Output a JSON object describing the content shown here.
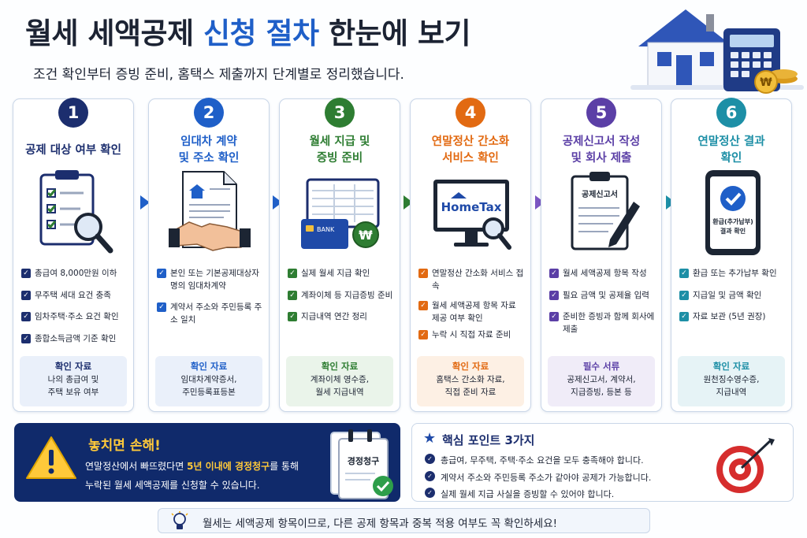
{
  "header": {
    "title_part1": "월세 세액공제",
    "title_part2": "신청 절차",
    "title_part3": "한눈에 보기",
    "subtitle": "조건 확인부터 증빙 준비, 홈택스 제출까지 단계별로 정리했습니다."
  },
  "steps": [
    {
      "num": "1",
      "title": "공제 대상 여부 확인",
      "color": "#1c2e6e",
      "items": [
        "총급여 8,000만원 이하",
        "무주택 세대 요건 충족",
        "임차주택·주소 요건 확인",
        "종합소득금액 기준 확인"
      ],
      "box_title": "확인 자료",
      "box_value": "나의 총급여 및\n주택 보유 여부",
      "box_bg": "#eaf0fa"
    },
    {
      "num": "2",
      "title": "임대차 계약\n및 주소 확인",
      "color": "#1f5fc8",
      "items": [
        "본인 또는 기본공제대상자 명의 임대차계약",
        "계약서 주소와 주민등록 주소 일치"
      ],
      "box_title": "확인 자료",
      "box_value": "임대차계약증서,\n주민등록표등본",
      "box_bg": "#eaf0fa"
    },
    {
      "num": "3",
      "title": "월세 지급 및\n증빙 준비",
      "color": "#2e7d32",
      "items": [
        "실제 월세 지급 확인",
        "계좌이체 등 지급증빙 준비",
        "지급내역 연간 정리"
      ],
      "box_title": "확인 자료",
      "box_value": "계좌이체 영수증,\n월세 지급내역",
      "box_bg": "#eaf4ea"
    },
    {
      "num": "4",
      "title": "연말정산 간소화\n서비스 확인",
      "color": "#e26a12",
      "items": [
        "연말정산 간소화 서비스 접속",
        "월세 세액공제 항목 자료 제공 여부 확인",
        "누락 시 직접 자료 준비"
      ],
      "box_title": "확인 자료",
      "box_value": "홈택스 간소화 자료,\n직접 준비 자료",
      "box_bg": "#fdf0e4"
    },
    {
      "num": "5",
      "title": "공제신고서 작성\n및 회사 제출",
      "color": "#5b3fa6",
      "items": [
        "월세 세액공제 항목 작성",
        "필요 금액 및 공제율 입력",
        "준비한 증빙과 함께 회사에 제출"
      ],
      "box_title": "필수 서류",
      "box_value": "공제신고서, 계약서,\n지급증빙, 등본 등",
      "box_bg": "#f0ecf8"
    },
    {
      "num": "6",
      "title": "연말정산 결과\n확인",
      "color": "#1d8fa6",
      "items": [
        "환급 또는 추가납부 확인",
        "지급일 및 금액 확인",
        "자료 보관 (5년 권장)"
      ],
      "box_title": "확인 자료",
      "box_value": "원천징수영수증,\n지급내역",
      "box_bg": "#e6f3f6"
    }
  ],
  "illustrations": {
    "step4_logo": "HomeTax",
    "step5_doc": "공제신고서",
    "step6_phone": "환급(추가납부)\n결과 확인",
    "step3_card": "BANK",
    "step3_coin": "₩",
    "hero_coin": "₩"
  },
  "warning": {
    "title": "놓치면 손해!",
    "line1_a": "연말정산에서 빠뜨렸다면 ",
    "line1_b": "5년 이내에 경정청구",
    "line1_c": "를 통해",
    "line2": "누락된 월세 세액공제를 신청할 수 있습니다.",
    "doc_label": "경정청구"
  },
  "key_points": {
    "title": "핵심 포인트 3가지",
    "items": [
      "총급여, 무주택, 주택·주소 요건을 모두 충족해야 합니다.",
      "계약서 주소와 주민등록 주소가 같아야 공제가 가능합니다.",
      "실제 월세 지급 사실을 증빙할 수 있어야 합니다."
    ]
  },
  "tip": {
    "text": "월세는 세액공제 항목이므로, 다른 공제 항목과 중복 적용 여부도 꼭 확인하세요!"
  },
  "icons": [
    "house-icon",
    "calculator-icon",
    "coin-icon",
    "clipboard-icon",
    "magnifier-icon",
    "contract-icon",
    "handshake-icon",
    "bank-card-icon",
    "monitor-icon",
    "document-icon",
    "pen-icon",
    "phone-icon",
    "check-icon",
    "warning-icon",
    "star-icon",
    "target-icon",
    "lightbulb-icon",
    "arrow-right-icon"
  ],
  "colors": {
    "title_highlight": "#1f5fc8",
    "navy": "#102a6b",
    "warning_yellow": "#ffc93a"
  }
}
